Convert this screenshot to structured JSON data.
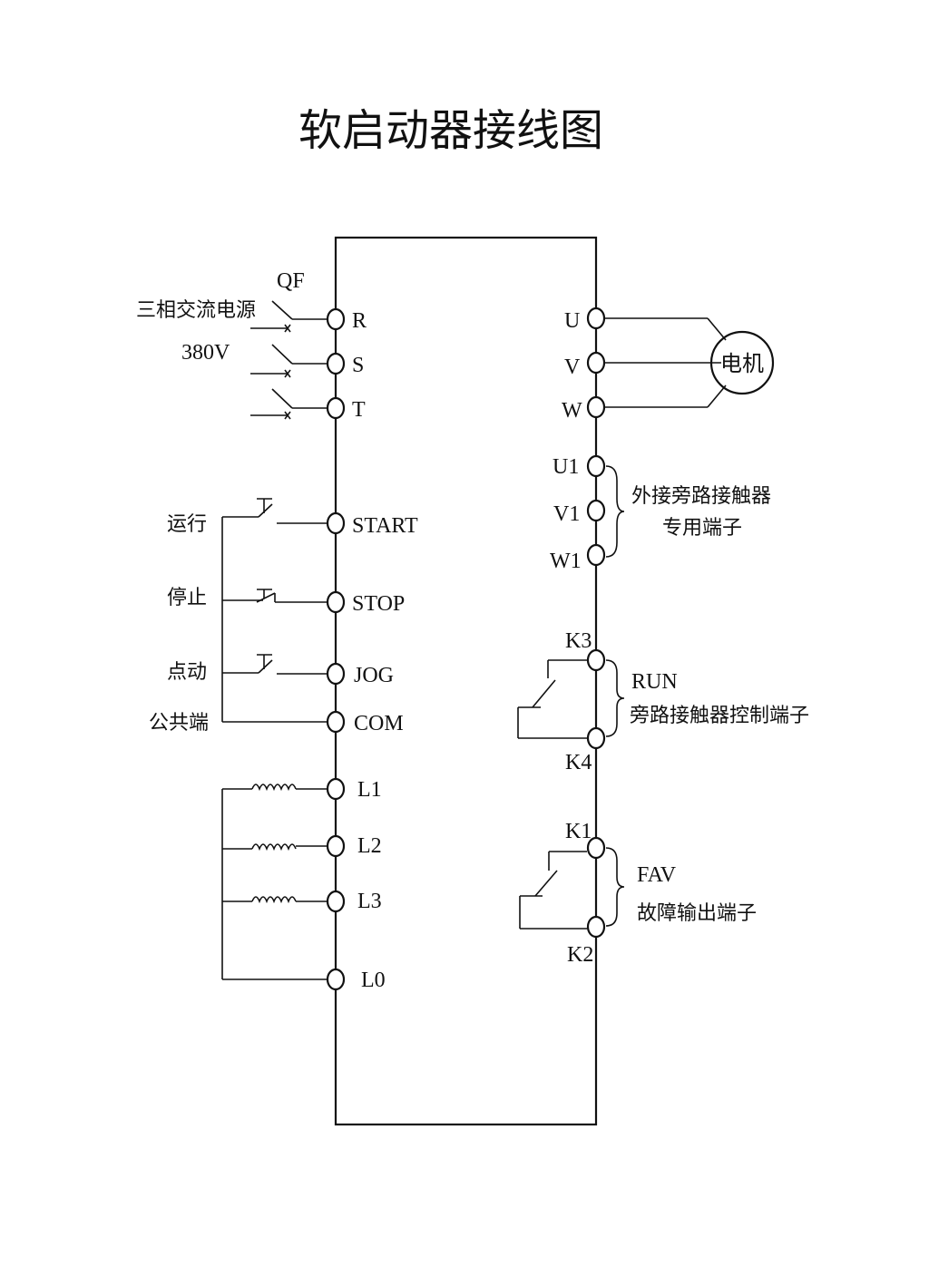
{
  "title": "软启动器接线图",
  "left": {
    "power_label": "三相交流电源",
    "voltage_label": "380V",
    "breaker_label": "QF",
    "terminals_power": [
      "R",
      "S",
      "T"
    ],
    "run_label": "运行",
    "stop_label": "停止",
    "jog_label": "点动",
    "common_label": "公共端",
    "terminals_control": [
      "START",
      "STOP",
      "JOG",
      "COM"
    ],
    "terminals_coil": [
      "L1",
      "L2",
      "L3",
      "L0"
    ]
  },
  "right": {
    "terminals_motor": [
      "U",
      "V",
      "W"
    ],
    "motor_label": "电机",
    "terminals_bypass": [
      "U1",
      "V1",
      "W1"
    ],
    "bypass_label_1": "外接旁路接触器",
    "bypass_label_2": "专用端子",
    "run_relay": {
      "top": "K3",
      "bottom": "K4",
      "name": "RUN",
      "desc": "旁路接触器控制端子"
    },
    "fault_relay": {
      "top": "K1",
      "bottom": "K2",
      "name": "FAV",
      "desc": "故障输出端子"
    }
  }
}
